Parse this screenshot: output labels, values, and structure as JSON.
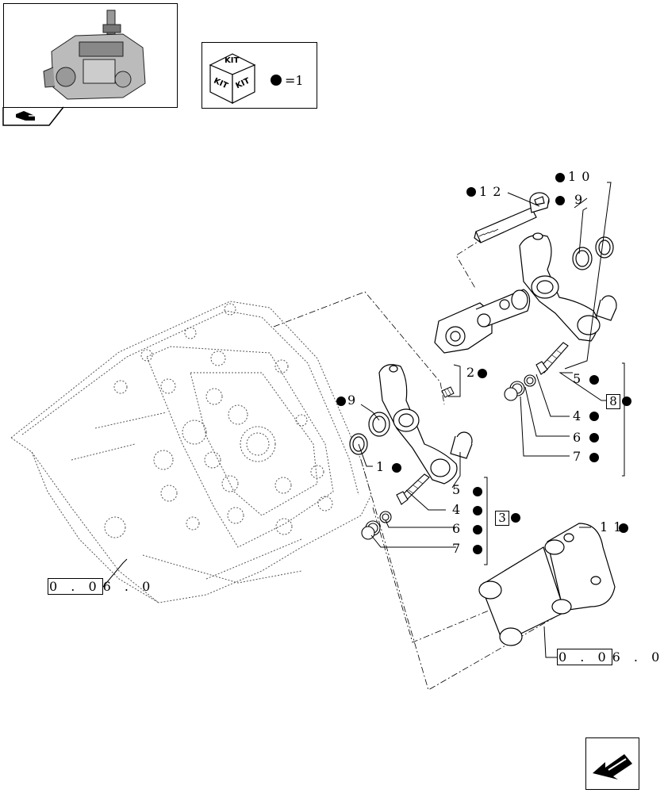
{
  "legend": {
    "kit_top": "KIT",
    "kit_left": "KIT",
    "kit_right": "KIT",
    "equals_text": "=1"
  },
  "parts": {
    "p12": "1 2",
    "p10": "1 0",
    "p9_top": "9",
    "p2": "2",
    "p5_top": "5",
    "p8": "8",
    "p4_top": "4",
    "p6_top": "6",
    "p7_top": "7",
    "p9_left": "9",
    "p1_left": "1",
    "p5_mid": "5",
    "p4_mid": "4",
    "p3": "3",
    "p6_mid": "6",
    "p7_mid": "7",
    "p11": "1 1"
  },
  "refs": {
    "left_boxed": "0 . 0",
    "left_tail": "6 . 0",
    "right_boxed": "0 . 0",
    "right_tail": "6 . 0"
  },
  "colors": {
    "line": "#000000",
    "dotted": "#555555",
    "background": "#ffffff"
  }
}
